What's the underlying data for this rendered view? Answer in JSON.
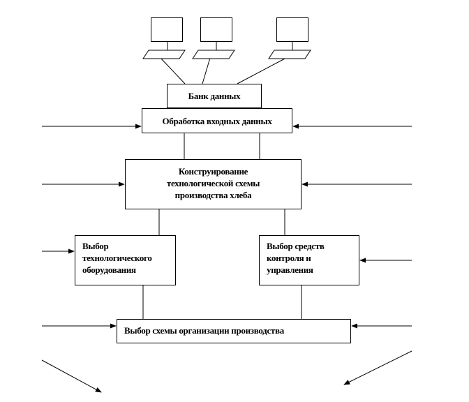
{
  "diagram": {
    "nodes": {
      "data_bank": {
        "label": "Банк данных"
      },
      "input_processing": {
        "label": "Обработка входных данных"
      },
      "scheme_design": {
        "lines": [
          "Конструирование",
          "технологической схемы",
          "производства хлеба"
        ]
      },
      "equipment_selection": {
        "lines": [
          "Выбор",
          "технологического",
          "оборудования"
        ]
      },
      "control_selection": {
        "lines": [
          "Выбор средств",
          "контроля и",
          "управления"
        ]
      },
      "organization_scheme": {
        "label": "Выбор схемы организации производства"
      }
    },
    "terminals": {
      "count": 3
    }
  }
}
